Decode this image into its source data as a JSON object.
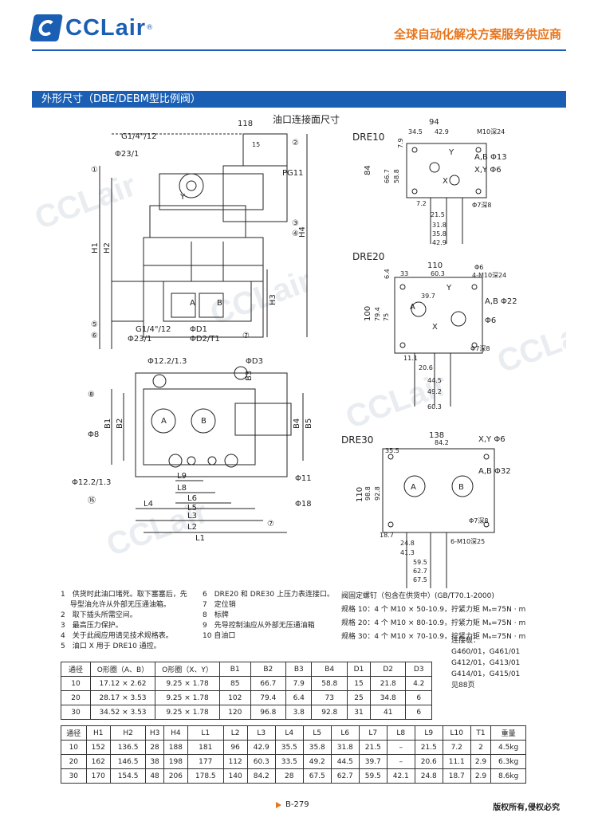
{
  "header": {
    "brand": "CCLair",
    "registered": "®",
    "slogan": "全球自动化解决方案服务供应商"
  },
  "section": {
    "title": "外形尺寸（DBE/DEBM型比例阀）"
  },
  "drawing": {
    "main_title": "油口连接面尺寸",
    "front": {
      "labels": [
        "118",
        "G1/4\"/12",
        "Φ23/1",
        "①",
        "②",
        "③",
        "④",
        "⑤",
        "⑥",
        "⑦",
        "PG11",
        "H1",
        "H2",
        "H3",
        "H4",
        "A",
        "B",
        "G1/4\"/12",
        "Φ23/1",
        "ΦD1",
        "ΦD2/T1",
        "15",
        "Y"
      ]
    },
    "top": {
      "labels": [
        "Φ12.2/1.3",
        "ΦD3",
        "B3",
        "B2",
        "B1",
        "B4",
        "B5",
        "Φ8",
        "Φ12.2/1.3",
        "L9",
        "L8",
        "L6",
        "L4",
        "L5",
        "L3",
        "L2",
        "L1",
        "Φ11",
        "Φ18",
        "⑧",
        "⑦",
        "⑯",
        "A",
        "B"
      ]
    },
    "dre10": {
      "name": "DRE10",
      "labels": [
        "94",
        "34.5",
        "42.9",
        "M10深24",
        "7.9",
        "84",
        "66.7",
        "58.8",
        "Y",
        "A,B Φ13",
        "X,Y Φ6",
        "X",
        "7.2",
        "21.5",
        "31.8",
        "35.8",
        "42.9",
        "Φ7深8"
      ]
    },
    "dre20": {
      "name": "DRE20",
      "labels": [
        "110",
        "Φ6",
        "33",
        "60.3",
        "4-M10深24",
        "6.4",
        "Y",
        "39.7",
        "100",
        "79.4",
        "75",
        "A,B Φ22",
        "A",
        "X",
        "Φ6",
        "11.1",
        "20.6",
        "44.5",
        "49.2",
        "60.3",
        "Φ7深8"
      ]
    },
    "dre30": {
      "name": "DRE30",
      "labels": [
        "138",
        "84.2",
        "35.5",
        "X,Y Φ6",
        "A,B Φ32",
        "110",
        "98.8",
        "92.8",
        "A",
        "B",
        "Φ7深8",
        "6-M10深25",
        "18.7",
        "24.8",
        "41.3",
        "59.5",
        "62.7",
        "67.5"
      ]
    },
    "watermark": "CCLair"
  },
  "notes": {
    "left": [
      "1　供货时此油口堵死。取下塞塞后，先",
      "　 导型油允许从外部无压通油箱。",
      "2　取下插头所需空间。",
      "3　最高压力保护。",
      "4　关于此阀应用请见技术规格表。",
      "5　油口 X 用于 DRE10 通控。"
    ],
    "middle": [
      "6　DRE20 和 DRE30 上压力表连接口。",
      "7　定位销",
      "8　标牌",
      "9　先导控制油应从外部无压通油箱",
      "10 自油口"
    ],
    "right_title": "阀固定螺钉（包含在供货中）(GB/T70.1-2000)",
    "right": [
      "规格 10：4 个 M10 × 50-10.9，拧紧力矩 Mₐ=75N · m",
      "规格 20：4 个 M10 × 80-10.9，拧紧力矩 Mₐ=75N · m",
      "规格 30：4 个 M10 × 70-10.9，拧紧力矩 Mₐ=75N · m"
    ]
  },
  "table1": {
    "headers": [
      "通径",
      "O形圈（A、B）",
      "O形圈（X、Y）",
      "B1",
      "B2",
      "B3",
      "B4",
      "D1",
      "D2",
      "D3"
    ],
    "rows": [
      [
        "10",
        "17.12 × 2.62",
        "9.25 × 1.78",
        "85",
        "66.7",
        "7.9",
        "58.8",
        "15",
        "21.8",
        "4.2"
      ],
      [
        "20",
        "28.17 × 3.53",
        "9.25 × 1.78",
        "102",
        "79.4",
        "6.4",
        "73",
        "25",
        "34.8",
        "6"
      ],
      [
        "30",
        "34.52 × 3.53",
        "9.25 × 1.78",
        "120",
        "96.8",
        "3.8",
        "92.8",
        "31",
        "41",
        "6"
      ]
    ]
  },
  "side_note": [
    "连接板：",
    "G460/01，G461/01",
    "G412/01，G413/01",
    "G414/01，G415/01",
    "见88页"
  ],
  "table2": {
    "headers": [
      "通径",
      "H1",
      "H2",
      "H3",
      "H4",
      "L1",
      "L2",
      "L3",
      "L4",
      "L5",
      "L6",
      "L7",
      "L8",
      "L9",
      "L10",
      "T1",
      "重量"
    ],
    "rows": [
      [
        "10",
        "152",
        "136.5",
        "28",
        "188",
        "181",
        "96",
        "42.9",
        "35.5",
        "35.8",
        "31.8",
        "21.5",
        "–",
        "21.5",
        "7.2",
        "2",
        "4.5kg"
      ],
      [
        "20",
        "162",
        "146.5",
        "38",
        "198",
        "177",
        "112",
        "60.3",
        "33.5",
        "49.2",
        "44.5",
        "39.7",
        "–",
        "20.6",
        "11.1",
        "2.9",
        "6.3kg"
      ],
      [
        "30",
        "170",
        "154.5",
        "48",
        "206",
        "178.5",
        "140",
        "84.2",
        "28",
        "67.5",
        "62.7",
        "59.5",
        "42.1",
        "24.8",
        "18.7",
        "2.9",
        "8.6kg"
      ]
    ]
  },
  "footer": {
    "page": "B-279",
    "copyright": "版权所有,侵权必究"
  },
  "colors": {
    "brand": "#1a5fb4",
    "accent": "#e8761e"
  }
}
